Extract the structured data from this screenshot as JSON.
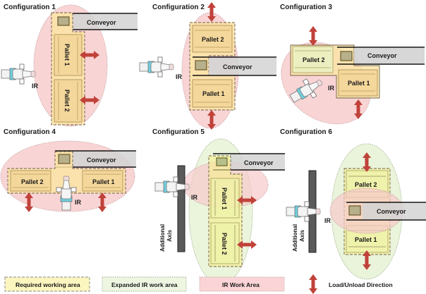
{
  "configurations": [
    {
      "title": "Configuration 1",
      "conveyor": "Conveyor",
      "pallets": [
        "Pallet 1",
        "Pallet 2"
      ],
      "robot": "IR"
    },
    {
      "title": "Configuration 2",
      "conveyor": "Conveyor",
      "pallets": [
        "Pallet 1",
        "Pallet 2"
      ],
      "robot": "IR"
    },
    {
      "title": "Configuration 3",
      "conveyor": "Conveyor",
      "pallets": [
        "Pallet 1",
        "Pallet 2"
      ],
      "robot": "IR"
    },
    {
      "title": "Configuration 4",
      "conveyor": "Conveyor",
      "pallets": [
        "Pallet 1",
        "Pallet 2"
      ],
      "robot": "IR"
    },
    {
      "title": "Configuration 5",
      "conveyor": "Conveyor",
      "pallets": [
        "Pallet 1",
        "Pallet 2"
      ],
      "robot": "IR",
      "axis": [
        "Additional",
        "Axis"
      ]
    },
    {
      "title": "Configuration 6",
      "conveyor": "Conveyor",
      "pallets": [
        "Pallet 1",
        "Pallet 2"
      ],
      "robot": "IR",
      "axis": [
        "Additional",
        "Axis"
      ]
    }
  ],
  "legend": {
    "required": "Required working area",
    "expanded": "Expanded IR work area",
    "ir_area": "IR Work Area",
    "direction": "Load/Unload Direction"
  },
  "colors": {
    "required_fill": "#fbe9a8",
    "required_stroke": "#8a7a55",
    "expanded_fill": "#e8f3d6",
    "expanded_stroke": "#a9b79a",
    "ir_fill": "#f7c9cb",
    "ir_stroke": "#c9a7a7",
    "arrow": "#c0423a",
    "conveyor": "#d3d3d3",
    "axis": "#5a5a5a"
  }
}
